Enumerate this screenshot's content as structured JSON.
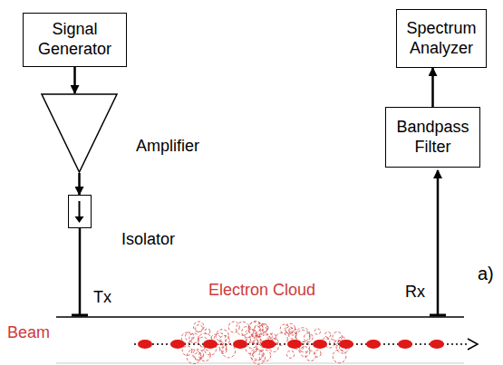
{
  "diagram": {
    "nodes": [
      {
        "text": [
          "Signal Generator"
        ]
      },
      {
        "text": [
          "Amplifier"
        ]
      },
      {
        "text": [
          "Isolator"
        ]
      },
      {
        "text": [
          "Spectrum Analyzer"
        ]
      },
      {
        "text": [
          "Bandpass Filter"
        ]
      }
    ],
    "edges": [
      {
        "from": 0,
        "to": 1,
        "arrow": "to"
      },
      {
        "from": 1,
        "to": 2,
        "arrow": "to"
      },
      {
        "from": 4,
        "to": 3,
        "arrow": "to"
      }
    ],
    "labels": [
      "Tx",
      "Rx",
      "Electron Cloud",
      "Beam",
      "a)"
    ]
  }
}
